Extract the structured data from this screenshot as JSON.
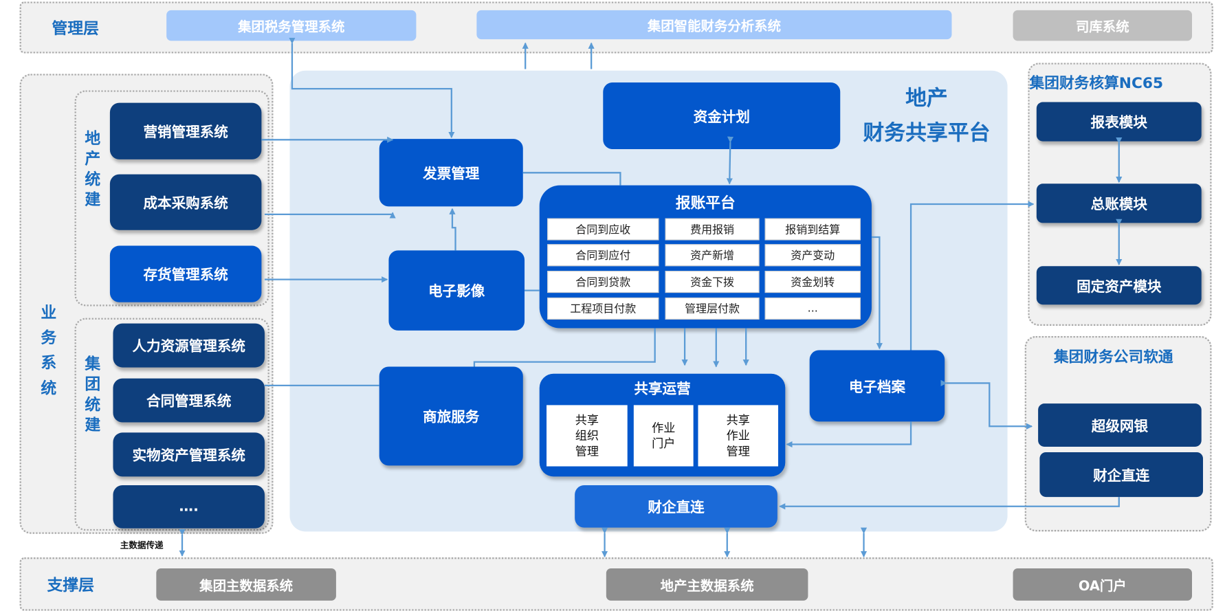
{
  "management_layer": {
    "label": "管理层",
    "systems": [
      "集团税务管理系统",
      "集团智能财务分析系统",
      "司库系统"
    ]
  },
  "business_systems": {
    "label": "业务系统",
    "realestate_group": {
      "label": "地产统建",
      "items": [
        "营销管理系统",
        "成本采购系统",
        "存货管理系统"
      ]
    },
    "corporate_group": {
      "label": "集团统建",
      "items": [
        "人力资源管理系统",
        "合同管理系统",
        "实物资产管理系统",
        "…."
      ]
    }
  },
  "platform": {
    "title_line1": "地产",
    "title_line2": "财务共享平台",
    "fund_plan": "资金计划",
    "invoice": "发票管理",
    "imaging": "电子影像",
    "travel": "商旅服务",
    "archive": "电子档案",
    "bank_direct": "财企直连",
    "reimbursement": {
      "title": "报账平台",
      "cells": [
        [
          "合同到应收",
          "费用报销",
          "报销到结算"
        ],
        [
          "合同到应付",
          "资产新增",
          "资产变动"
        ],
        [
          "合同到贷款",
          "资金下拨",
          "资金划转"
        ],
        [
          "工程项目付款",
          "管理层付款",
          "..."
        ]
      ]
    },
    "operations": {
      "title": "共享运营",
      "cells": [
        "共享组织管理",
        "作业门户",
        "共享作业管理"
      ]
    }
  },
  "nc65": {
    "title": "集团财务核算NC65",
    "modules": [
      "报表模块",
      "总账模块",
      "固定资产模块"
    ]
  },
  "finance_company": {
    "title": "集团财务公司软通",
    "modules": [
      "超级网银",
      "财企直连"
    ]
  },
  "support_layer": {
    "label": "支撑层",
    "systems": [
      "集团主数据系统",
      "地产主数据系统",
      "OA门户"
    ],
    "master_data_note": "主数据传递"
  },
  "colors": {
    "navy": "#0e3f7d",
    "blue": "#0357cc",
    "light_blue": "#a3c8fb",
    "platform_bg": "#deeaf6",
    "connector": "#5b9bd5"
  }
}
